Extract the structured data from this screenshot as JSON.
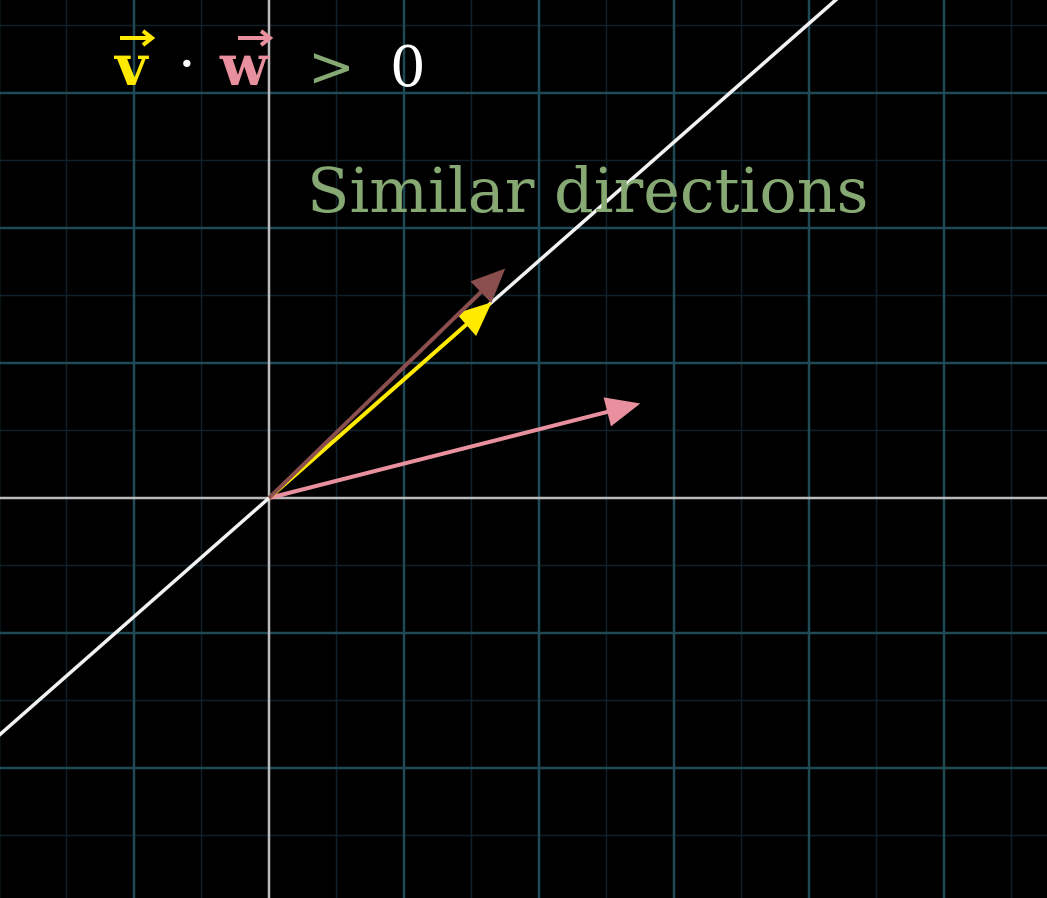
{
  "equation": {
    "vector_v": "v",
    "dot": "·",
    "vector_w": "w",
    "relation": ">",
    "value": "0"
  },
  "caption": "Similar directions",
  "colors": {
    "background": "#000000",
    "grid_major": "#1f4a55",
    "grid_minor": "#0f2128",
    "axis": "#bbbbbb",
    "span_line": "#f2f2f2",
    "vector_v": "#ffea00",
    "vector_w": "#e8909e",
    "projection": "#8a4e4e",
    "caption": "#86a872",
    "relation": "#86a872",
    "value": "#ffffff"
  },
  "vectors": {
    "v": [
      1.65,
      1.45
    ],
    "w": [
      2.75,
      0.7
    ],
    "projection_of_w": [
      1.75,
      1.7
    ]
  },
  "plane": {
    "x_range": [
      -2,
      5.75
    ],
    "y_range": [
      -3,
      3.65
    ],
    "unit": "1"
  }
}
